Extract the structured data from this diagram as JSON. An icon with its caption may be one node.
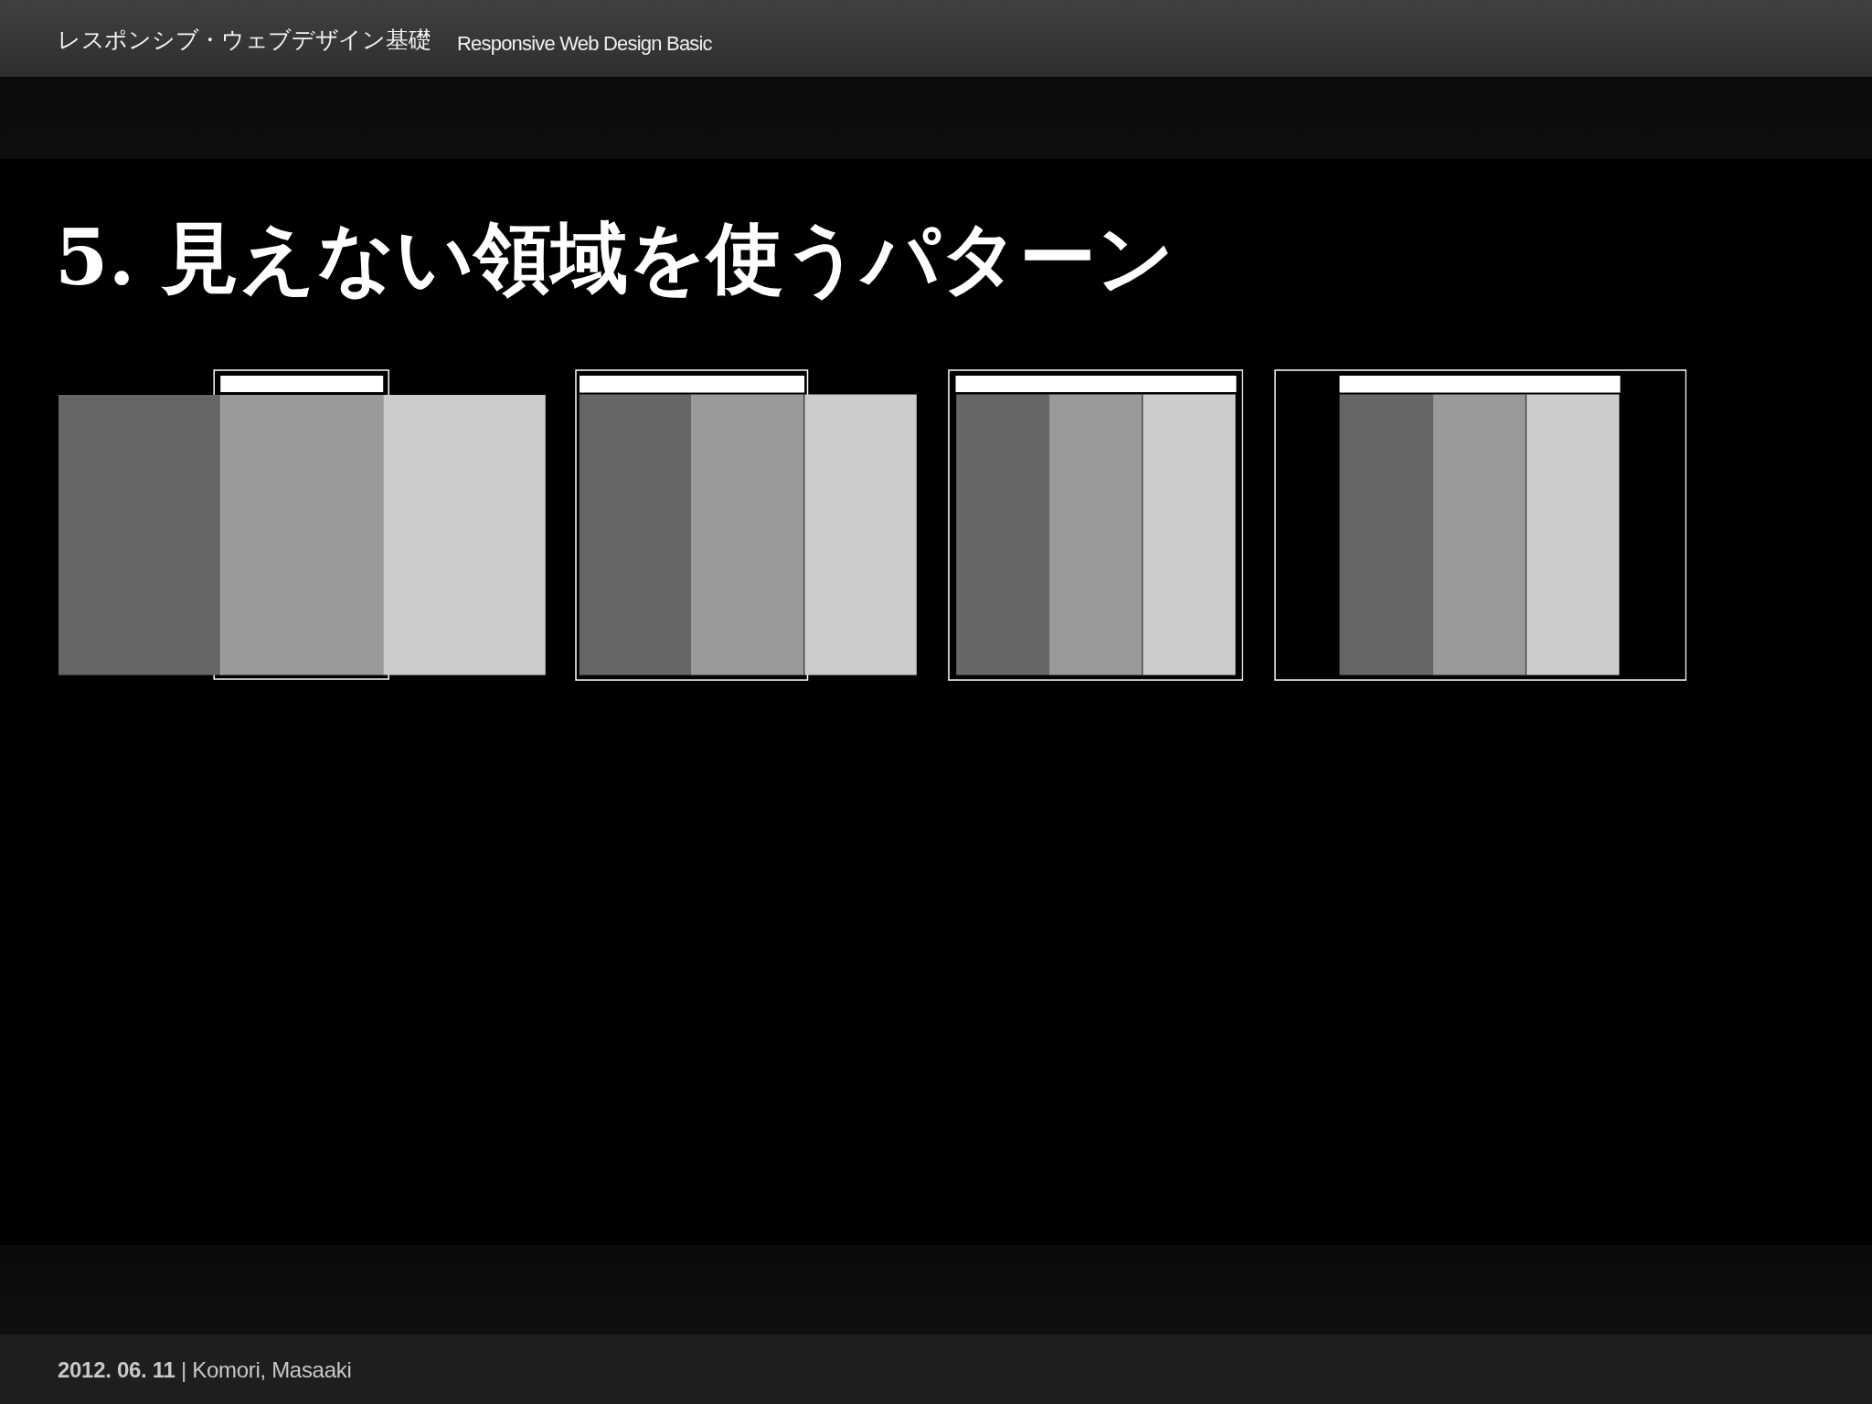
{
  "diagram": {
    "title": "5. 見えない領域を使うパターン",
    "labels": [
      "レスポンシブ・ウェブデザイン基礎",
      "Responsive Web Design Basic",
      "**2012. 06. 11** | Komori, Masaaki"
    ]
  }
}
